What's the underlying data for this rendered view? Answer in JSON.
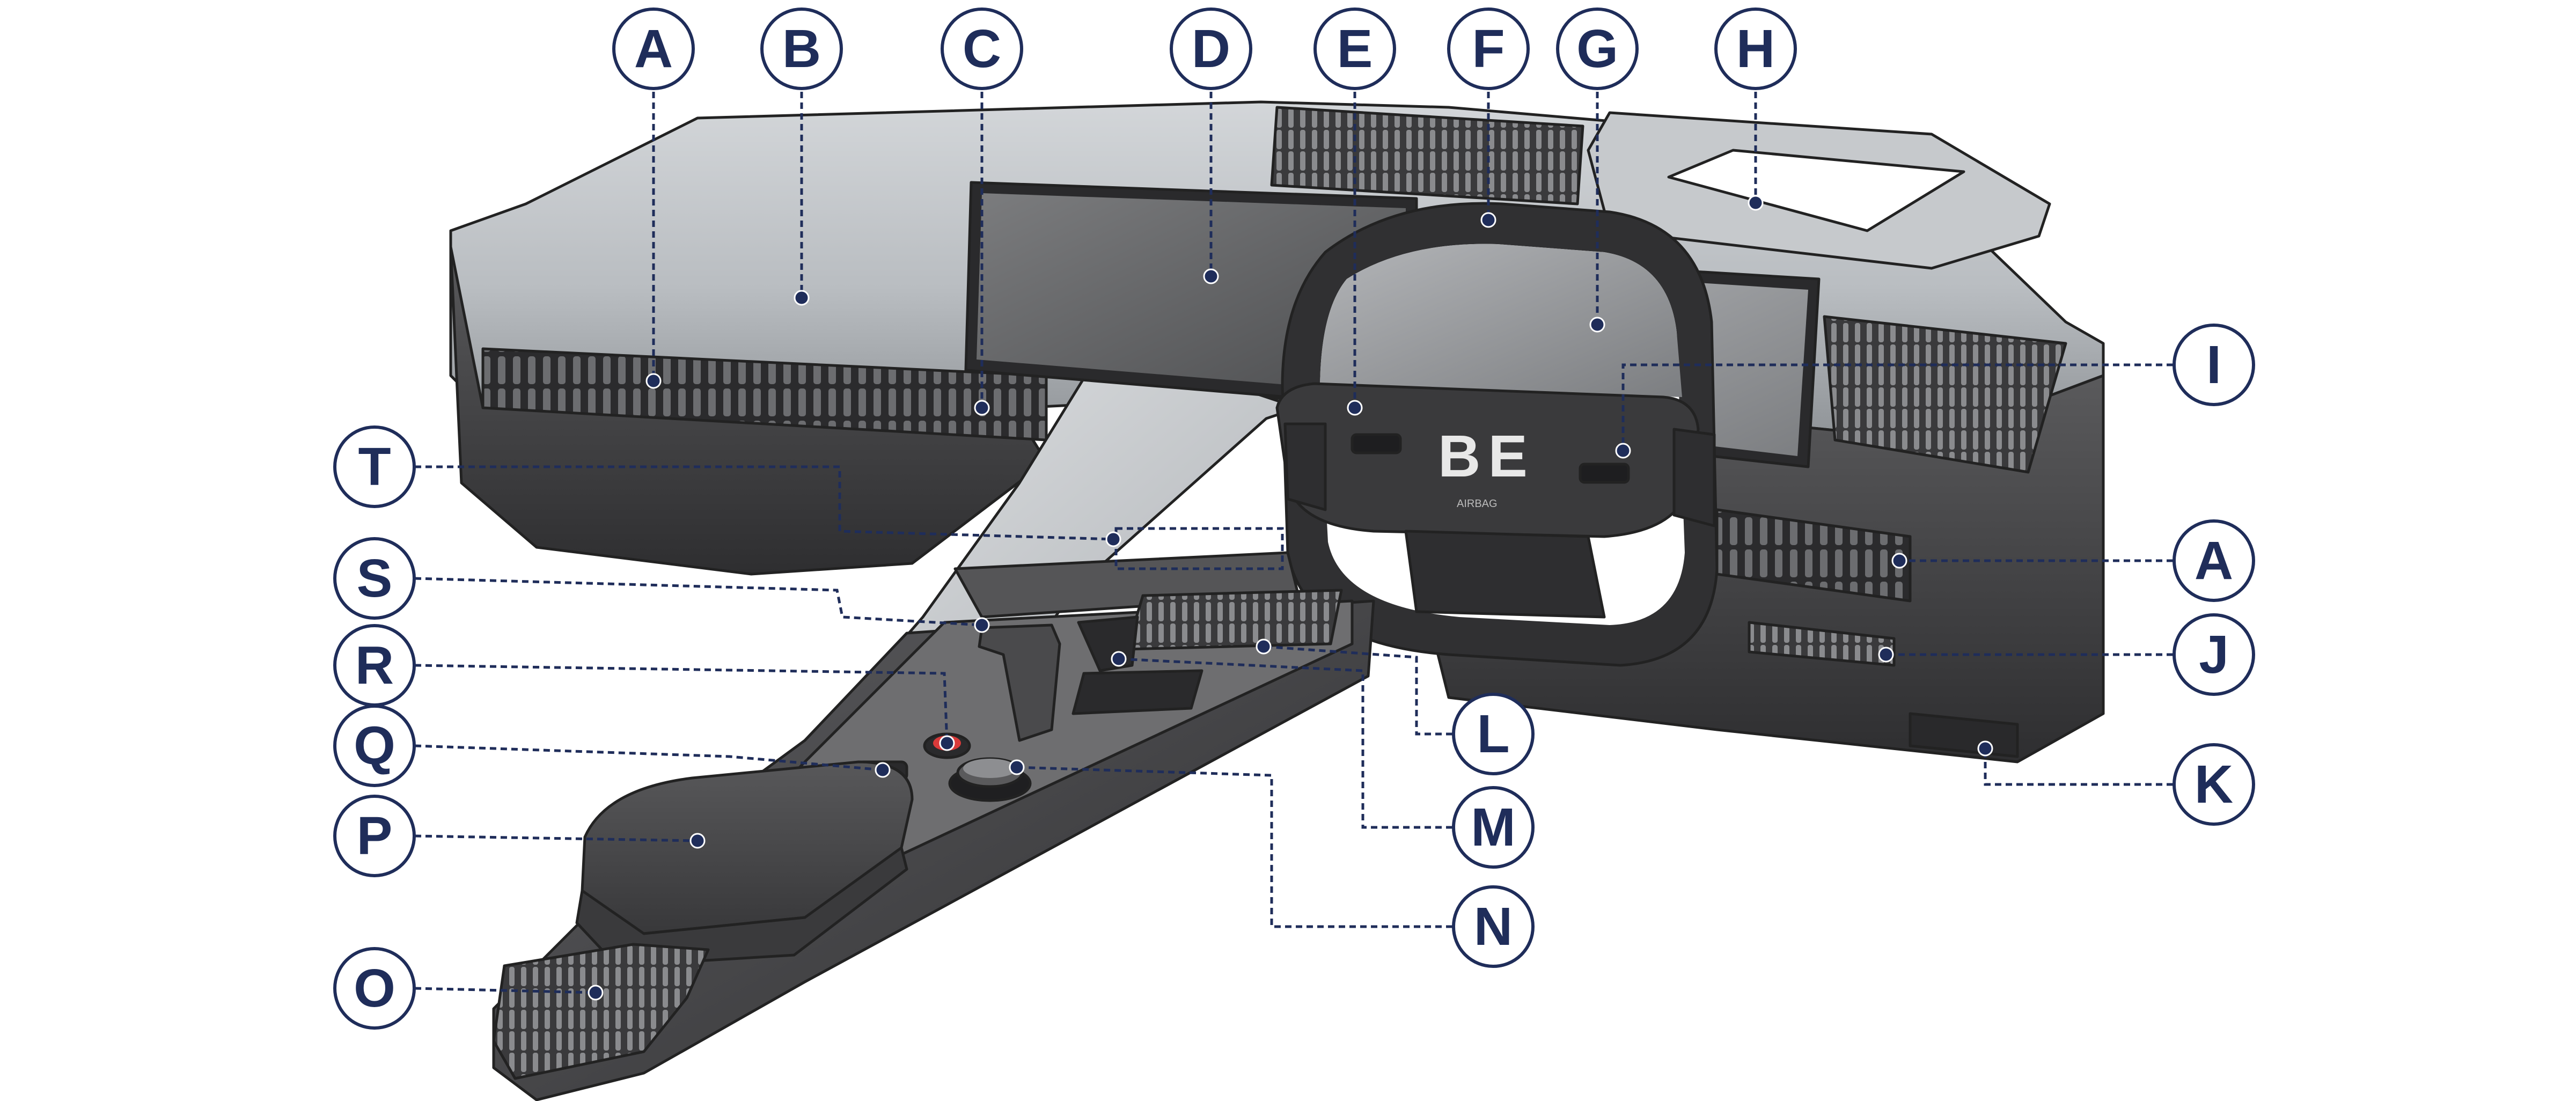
{
  "diagram": {
    "steering_logo": "BE",
    "airbag_label": "AIRBAG",
    "colors": {
      "callout": "#1f2d5a",
      "dash_light": "#c4c8cc",
      "dash_mid": "#9ea3a8",
      "dash_dark": "#3f3f41",
      "console": "#4a4a4c",
      "screen": "#5a5a5c",
      "start_button": "#d93a3a"
    },
    "callouts": [
      {
        "label": "A"
      },
      {
        "label": "B"
      },
      {
        "label": "C"
      },
      {
        "label": "D"
      },
      {
        "label": "E"
      },
      {
        "label": "F"
      },
      {
        "label": "G"
      },
      {
        "label": "H"
      },
      {
        "label": "I"
      },
      {
        "label": "A"
      },
      {
        "label": "J"
      },
      {
        "label": "K"
      },
      {
        "label": "L"
      },
      {
        "label": "M"
      },
      {
        "label": "N"
      },
      {
        "label": "O"
      },
      {
        "label": "P"
      },
      {
        "label": "Q"
      },
      {
        "label": "R"
      },
      {
        "label": "S"
      },
      {
        "label": "T"
      }
    ]
  }
}
